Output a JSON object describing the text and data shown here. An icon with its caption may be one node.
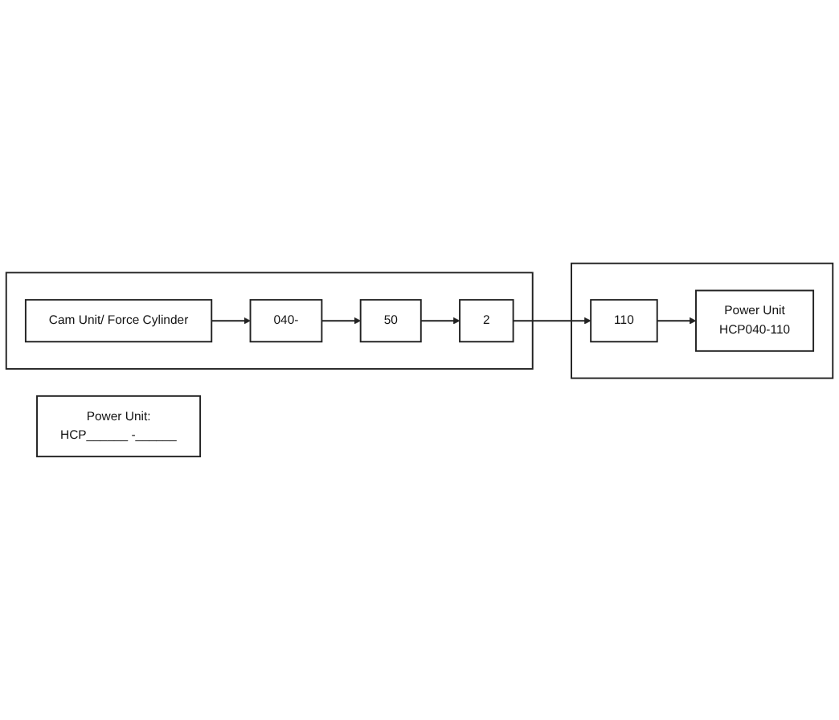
{
  "diagram": {
    "nodes": [
      {
        "text": [],
        "shape": "box"
      },
      {
        "text": [
          "Cam Unit/ Force Cylinder"
        ],
        "in": 0
      },
      {
        "text": [
          "040-"
        ],
        "in": 0
      },
      {
        "text": [
          "50"
        ],
        "in": 0
      },
      {
        "text": [
          "2"
        ],
        "in": 0
      },
      {
        "text": [],
        "shape": "box"
      },
      {
        "text": [
          "Power Unit",
          "HCP040-110"
        ],
        "in": 5
      },
      {
        "text": [
          "110"
        ],
        "in": 5
      },
      {
        "text": [
          "Power Unit:",
          "HCP______ -______"
        ]
      }
    ],
    "edges": [
      {
        "from": 1,
        "to": 2,
        "arrow": "to"
      },
      {
        "from": 2,
        "to": 3,
        "arrow": "to"
      },
      {
        "from": 3,
        "to": 4,
        "arrow": "to"
      },
      {
        "from": 4,
        "to": 7,
        "arrow": "to"
      },
      {
        "from": 7,
        "to": 6,
        "arrow": "to"
      }
    ]
  }
}
